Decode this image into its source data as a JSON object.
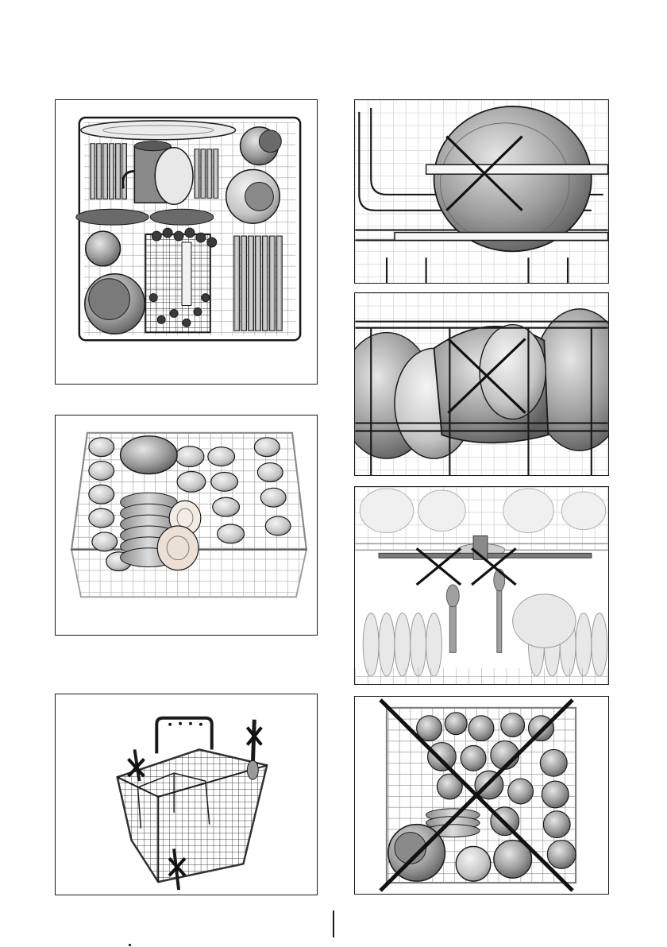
{
  "figures": [
    {
      "id": "p1",
      "subject": "upper-rack-loaded-with-pots-plates-cutlery-basket",
      "crossed": false
    },
    {
      "id": "p2",
      "subject": "upper-rack-loaded-with-cups-bowls-saucers",
      "crossed": false
    },
    {
      "id": "p3",
      "subject": "cutlery-basket-utensils-incorrectly-placed",
      "crossed": true
    },
    {
      "id": "p4",
      "subject": "large-bowl-blocking-rack",
      "crossed": true
    },
    {
      "id": "p5",
      "subject": "bowls-blocking-spray-arm",
      "crossed": true
    },
    {
      "id": "p6",
      "subject": "tall-utensils-blocking-spray-arm",
      "crossed": true
    },
    {
      "id": "p7",
      "subject": "overloaded-rack",
      "crossed": true
    }
  ],
  "colors": {
    "line": "#1a1a1a",
    "wire": "#2b2b2b",
    "dish_dark": "#7a7a7a",
    "dish_mid": "#a8a8a8",
    "dish_light": "#d8d8d8",
    "cross": "#111111"
  },
  "icons": [
    "cross-icon"
  ]
}
